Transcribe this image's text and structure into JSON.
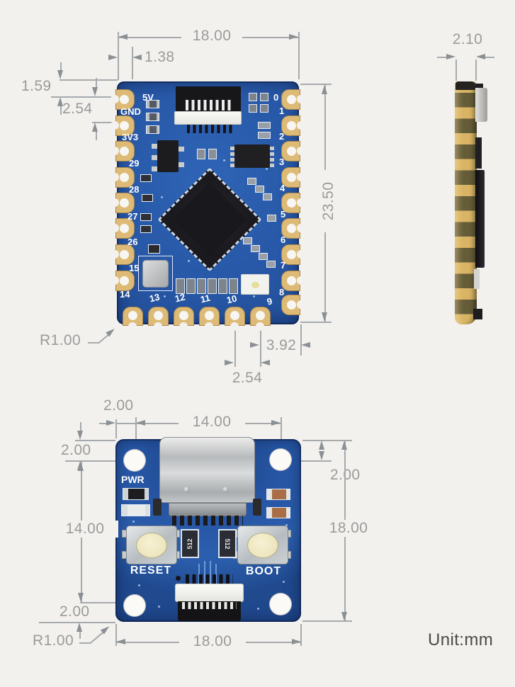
{
  "colors": {
    "background": "#f3f1ee",
    "pcb_blue": "#2757a6",
    "pad_gold": "#ddbb77",
    "silkscreen_white": "#ffffff",
    "dimension_gray": "#9b9b9b",
    "usb_silver": "#c6c9cb",
    "button_cream": "#efe9c8"
  },
  "top_view": {
    "dim_width": "18.00",
    "dim_pin_inset": "1.38",
    "dim_edge_to_pin": "1.59",
    "dim_pitch_left": "2.54",
    "dim_height": "23.50",
    "dim_corner_to_pin": "3.92",
    "dim_pitch_bottom": "2.54",
    "dim_radius": "R1.00",
    "pins_left": [
      "5V",
      "GND",
      "3V3",
      "29",
      "28",
      "27",
      "26",
      "15"
    ],
    "pins_bottom": [
      "14",
      "13",
      "12",
      "11",
      "10",
      "9"
    ],
    "pins_right": [
      "0",
      "1",
      "2",
      "3",
      "4",
      "5",
      "6",
      "7",
      "8"
    ]
  },
  "side_view": {
    "dim_thickness": "2.10"
  },
  "bottom_view": {
    "dim_hole_inset_x": "2.00",
    "dim_hole_span_x": "14.00",
    "dim_hole_inset_y_left": "2.00",
    "dim_hole_inset_y_right": "2.00",
    "dim_hole_span_y": "14.00",
    "dim_height": "18.00",
    "dim_hole_inset_bottom": "2.00",
    "dim_width": "18.00",
    "dim_radius": "R1.00",
    "labels": {
      "pwr": "PWR",
      "reset": "RESET",
      "boot": "BOOT"
    },
    "chip_marking": "512"
  },
  "footer": {
    "unit": "Unit:mm"
  }
}
